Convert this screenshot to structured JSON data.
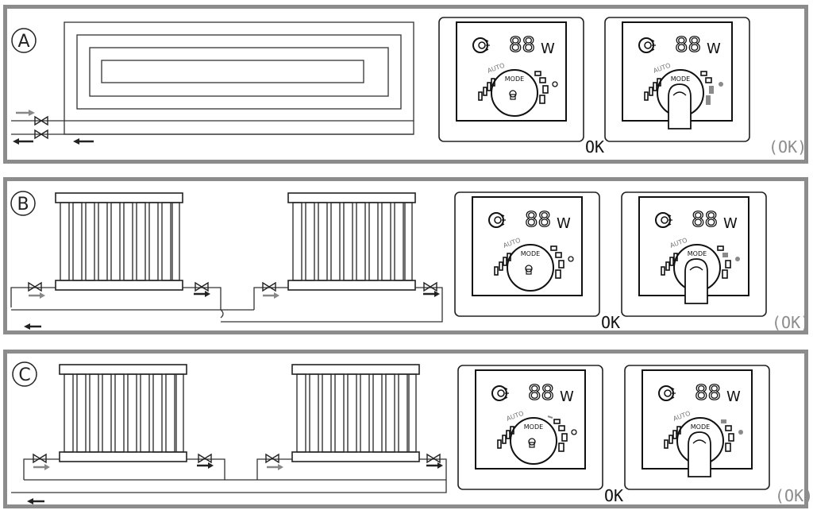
{
  "colors": {
    "frame": "#8c8c8c",
    "line": "#333333",
    "highlight": "#8a8a8a"
  },
  "panels": [
    {
      "id": "A",
      "label": "A",
      "ok": "OK",
      "ok_alt": "(OK)"
    },
    {
      "id": "B",
      "label": "B",
      "ok": "OK",
      "ok_alt": "(OK)"
    },
    {
      "id": "C",
      "label": "C",
      "ok": "OK",
      "ok_alt": "(OK)"
    }
  ],
  "thermostat": {
    "display": "88",
    "unit": "W",
    "mode": "MODE",
    "auto": "AUTO"
  },
  "icons": [
    "fan-icon",
    "lock-icon",
    "finger-icon",
    "valve-icon",
    "arrow-icon"
  ]
}
